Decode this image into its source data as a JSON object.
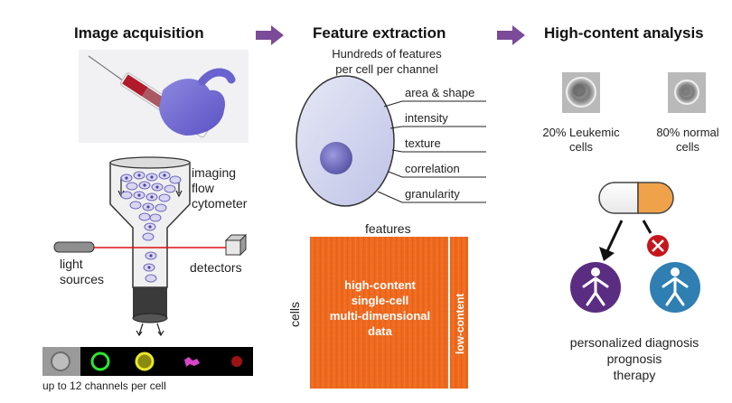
{
  "headings": {
    "acquisition": "Image acquisition",
    "extraction": "Feature extraction",
    "analysis": "High-content analysis"
  },
  "acquisition": {
    "cytometer_label": [
      "imaging",
      "flow",
      "cytometer"
    ],
    "light_label": [
      "light",
      "sources"
    ],
    "detectors_label": "detectors",
    "channels_caption": "up to 12 channels per cell",
    "channel_colors": [
      "#9a9a9a",
      "#2ee62e",
      "#e8e82a",
      "#d845c8",
      "#c81c1c"
    ]
  },
  "extraction": {
    "subtitle": [
      "Hundreds of features",
      "per cell per channel"
    ],
    "features": [
      "area & shape",
      "intensity",
      "texture",
      "correlation",
      "granularity"
    ],
    "matrix": {
      "top_label": "features",
      "side_label": "cells",
      "center_text": [
        "high-content",
        "single-cell",
        "multi-dimensional",
        "data"
      ],
      "strip_label": "low-content",
      "color": "#ef6a1f"
    }
  },
  "analysis": {
    "leukemic_caption": [
      "20% Leukemic",
      "cells"
    ],
    "normal_caption": [
      "80% normal",
      "cells"
    ],
    "outcome_caption": [
      "personalized diagnosis",
      "prognosis",
      "therapy"
    ],
    "colors": {
      "purple": "#5b2d82",
      "blue": "#2f7fb2",
      "orange": "#f0a24a",
      "red_x": "#c4161c",
      "arrow": "#7b4a98"
    }
  }
}
